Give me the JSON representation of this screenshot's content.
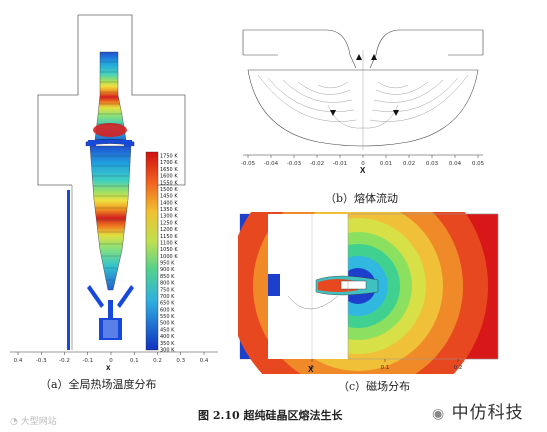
{
  "figure": {
    "main_caption": "图 2.10 超纯硅晶区熔法生长",
    "panel_a": {
      "caption": "（a）全局热场温度分布",
      "x_axis_label": "x",
      "x_ticks": [
        "0.4",
        "-0.3",
        "-0.2",
        "-0.1",
        "0",
        "0.1",
        "0.2",
        "0.3",
        "0.4"
      ],
      "colorbar_labels": [
        "1750 K",
        "1700 K",
        "1650 K",
        "1600 K",
        "1550 K",
        "1500 K",
        "1450 K",
        "1400 K",
        "1350 K",
        "1300 K",
        "1250 K",
        "1200 K",
        "1150 K",
        "1100 K",
        "1050 K",
        "1000 K",
        "950 K",
        "900 K",
        "850 K",
        "800 K",
        "750 K",
        "700 K",
        "650 K",
        "600 K",
        "550 K",
        "500 K",
        "450 K",
        "400 K",
        "350 K",
        "300 K"
      ]
    },
    "panel_b": {
      "caption": "（b）熔体流动",
      "x_axis_label": "X",
      "x_ticks": [
        "-0.05",
        "-0.04",
        "-0.03",
        "-0.02",
        "-0.01",
        "0",
        "0.01",
        "0.02",
        "0.03",
        "0.04",
        "0.05"
      ]
    },
    "panel_c": {
      "caption": "（c）磁场分布",
      "x_axis_label": "X",
      "x_ticks": [
        "0",
        "0.1",
        "0.2"
      ]
    }
  },
  "watermark": {
    "left": "大型网站",
    "brand": "中仿科技"
  },
  "colors": {
    "hot": "#d01818",
    "cold": "#1030c0",
    "coil": "#1848d8"
  }
}
